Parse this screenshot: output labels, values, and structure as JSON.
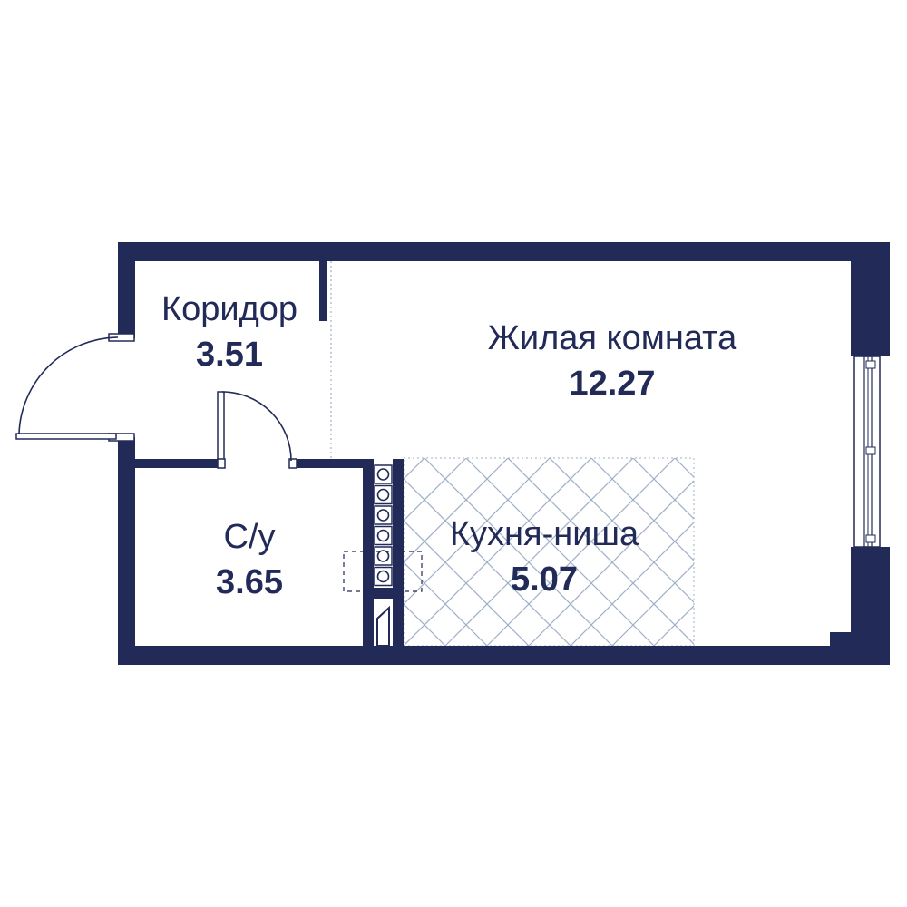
{
  "colors": {
    "wall": "#222a58",
    "text": "#222a58",
    "tile": "#9fb0c8",
    "background": "#ffffff"
  },
  "rooms": [
    {
      "id": "corridor",
      "name": "Коридор",
      "area": "3.51"
    },
    {
      "id": "living",
      "name": "Жилая комната",
      "area": "12.27"
    },
    {
      "id": "bathroom",
      "name": "С/у",
      "area": "3.65"
    },
    {
      "id": "kitchen",
      "name": "Кухня-ниша",
      "area": "5.07"
    }
  ],
  "icons": {
    "stove": "stove-icon",
    "door": "door-swing-icon",
    "window": "window-icon",
    "tile": "tile-floor-pattern"
  }
}
